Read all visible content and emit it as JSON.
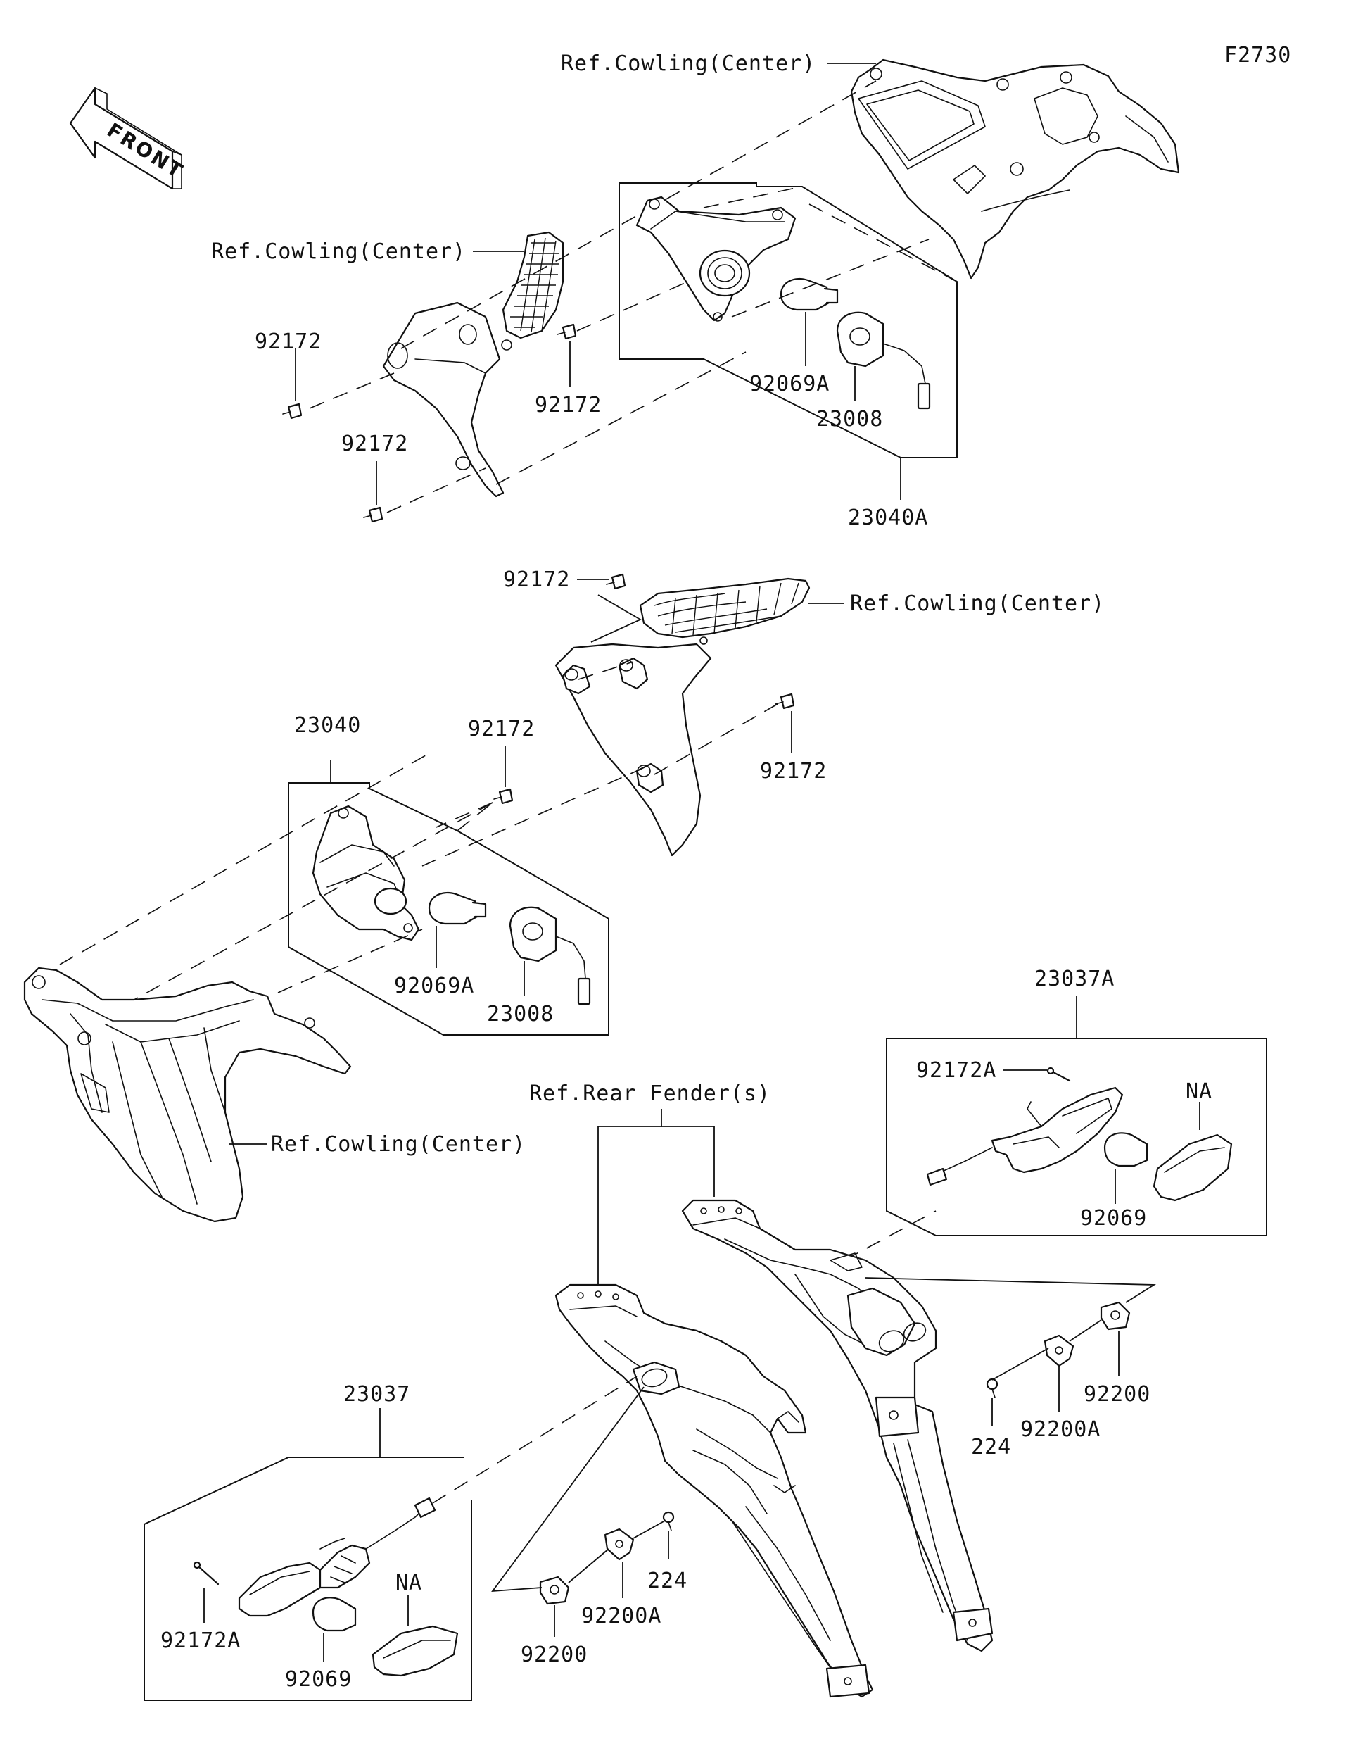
{
  "diagram": {
    "code": "F2730",
    "front_label": "FRONT",
    "labels": {
      "ref_cowling_center_top": "Ref.Cowling(Center)",
      "ref_cowling_center_left": "Ref.Cowling(Center)",
      "ref_cowling_center_mid": "Ref.Cowling(Center)",
      "ref_cowling_center_lower": "Ref.Cowling(Center)",
      "ref_rear_fender": "Ref.Rear Fender(s)",
      "p92172_a": "92172",
      "p92172_b": "92172",
      "p92172_c": "92172",
      "p92172_d": "92172",
      "p92172_e": "92172",
      "p92172_f": "92172",
      "p92069A_a": "92069A",
      "p92069A_b": "92069A",
      "p23008_a": "23008",
      "p23008_b": "23008",
      "p23040A": "23040A",
      "p23040": "23040",
      "p23037A": "23037A",
      "p23037": "23037",
      "p92172A_a": "92172A",
      "p92172A_b": "92172A",
      "p92069_a": "92069",
      "p92069_b": "92069",
      "na_a": "NA",
      "na_b": "NA",
      "p224_a": "224",
      "p224_b": "224",
      "p92200A_a": "92200A",
      "p92200A_b": "92200A",
      "p92200_a": "92200",
      "p92200_b": "92200"
    }
  }
}
